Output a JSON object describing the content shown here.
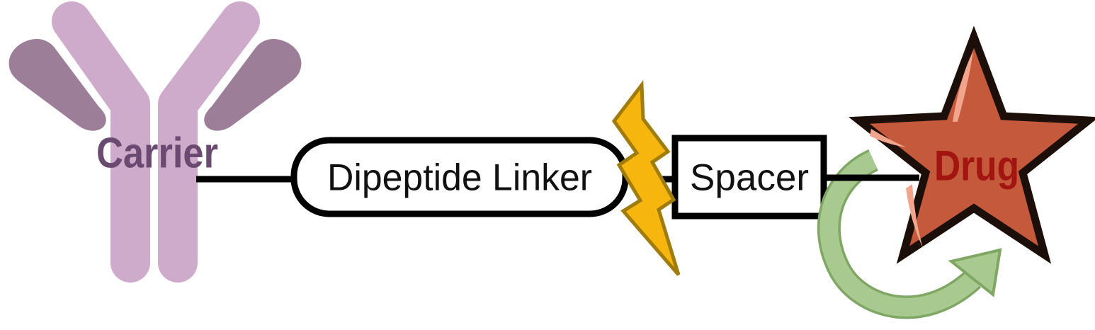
{
  "diagram": {
    "nodes": {
      "carrier": {
        "label": "Carrier"
      },
      "linker": {
        "label": "Dipeptide Linker"
      },
      "spacer": {
        "label": "Spacer"
      },
      "drug": {
        "label": "Drug"
      }
    },
    "colors": {
      "background": "#ffffff",
      "antibody_light": "#cfabcb",
      "antibody_dark": "#9c7e99",
      "carrier_text": "#6b4a71",
      "connector_line": "#000000",
      "box_fill": "#ffffff",
      "box_border": "#000000",
      "label_text": "#111111",
      "bolt_fill": "#f7b60d",
      "bolt_stroke": "#a07c0c",
      "star_fill": "#c5593b",
      "star_stroke": "#1c0f0a",
      "star_highlight": "#f2a58c",
      "drug_text": "#a21510",
      "arrow_fill": "#a8c98f",
      "arrow_stroke": "#7fa763"
    }
  }
}
